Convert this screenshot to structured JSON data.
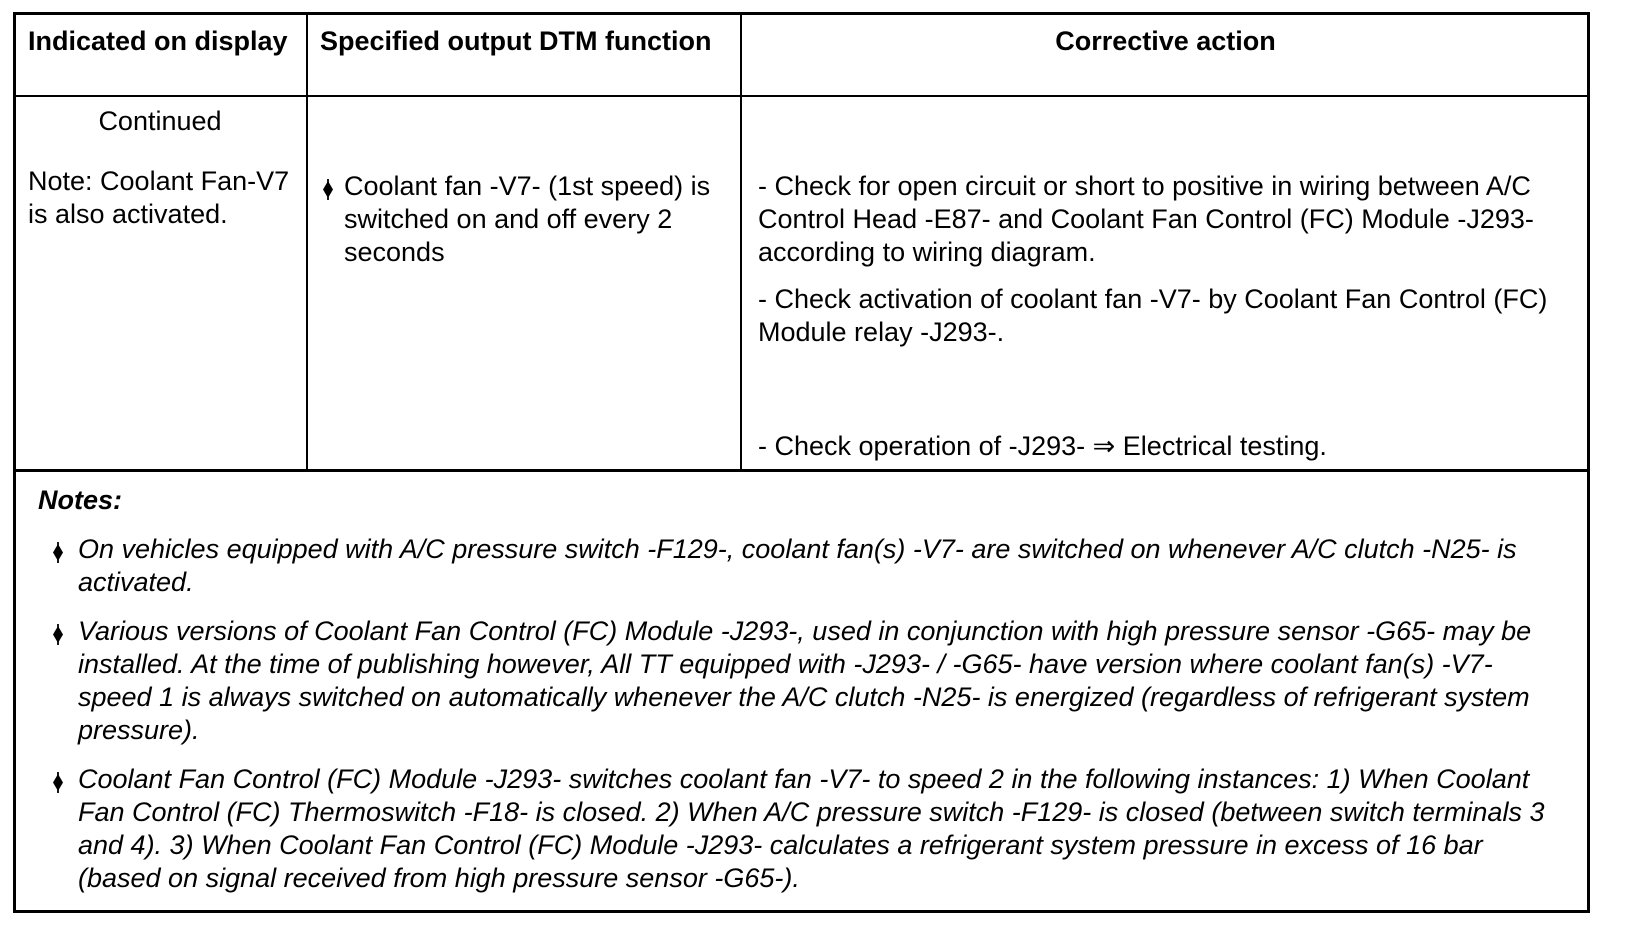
{
  "table": {
    "headers": [
      {
        "label": "Indicated on display"
      },
      {
        "label": "Specified output DTM function"
      },
      {
        "label": "Corrective action"
      }
    ],
    "row": {
      "indicated_on_display": {
        "continued": "Continued",
        "note": "Note: Coolant Fan-V7 is also activated."
      },
      "specified_output": {
        "bullet": "Coolant fan -V7- (1st speed) is switched on and off every 2 seconds"
      },
      "corrective_actions": [
        "- Check for open circuit or short to positive in wiring between A/C Control Head -E87- and Coolant Fan Control (FC) Module -J293- according to wiring diagram.",
        "- Check activation of coolant fan -V7- by Coolant Fan Control (FC) Module relay -J293-.",
        "- Check operation of -J293- ⇒ Electrical testing."
      ]
    }
  },
  "notes": {
    "title": "Notes:",
    "items": [
      "On vehicles equipped with A/C pressure switch -F129-, coolant fan(s) -V7- are switched on whenever A/C clutch -N25- is activated.",
      "Various versions of Coolant Fan Control (FC) Module -J293-, used in conjunction with high pressure sensor -G65- may be installed. At the time of publishing however, All TT equipped with -J293- / -G65- have version where coolant fan(s) -V7- speed 1 is always switched on automatically whenever the A/C clutch -N25- is energized (regardless of refrigerant system pressure).",
      "Coolant Fan Control (FC) Module -J293- switches coolant fan -V7- to speed 2 in the following instances: 1) When Coolant Fan Control (FC) Thermoswitch -F18- is closed. 2) When A/C pressure switch -F129- is closed (between switch terminals 3 and 4). 3) When Coolant Fan Control (FC) Module -J293- calculates a refrigerant system pressure in excess of 16 bar (based on signal received from high pressure sensor -G65-)."
    ]
  },
  "colors": {
    "text": "#000000",
    "border": "#000000",
    "background": "#ffffff"
  }
}
